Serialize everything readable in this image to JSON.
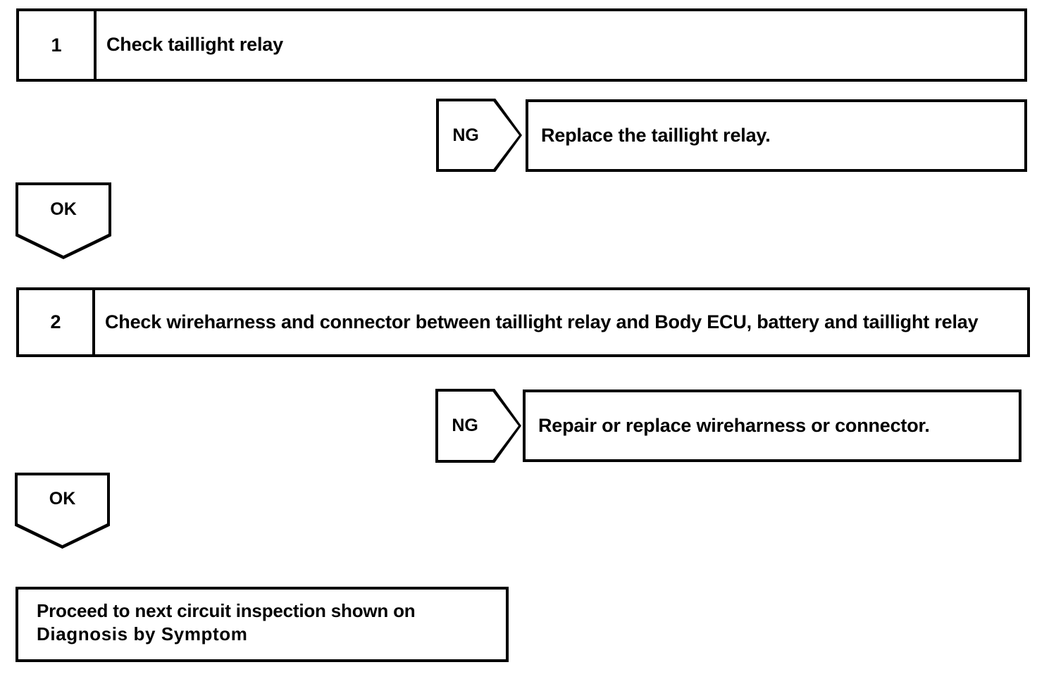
{
  "diagram": {
    "type": "troubleshooting-flowchart",
    "title": "Taillight relay circuit inspection procedure",
    "line_color": "#000000",
    "background_color": "#ffffff"
  },
  "steps": [
    {
      "number": "1",
      "text": "Check taillight relay",
      "result_label": "NG",
      "result_text": "Replace the taillight relay.",
      "pass_label": "OK"
    },
    {
      "number": "2",
      "text": "Check wireharness and connector between taillight relay and Body ECU, battery and taillight relay",
      "result_label": "NG",
      "result_text": "Repair or replace wireharness or connector.",
      "pass_label": "OK"
    }
  ],
  "final": {
    "line1": "Proceed to next circuit inspection shown on",
    "line2": "Diagnosis by Symptom"
  }
}
